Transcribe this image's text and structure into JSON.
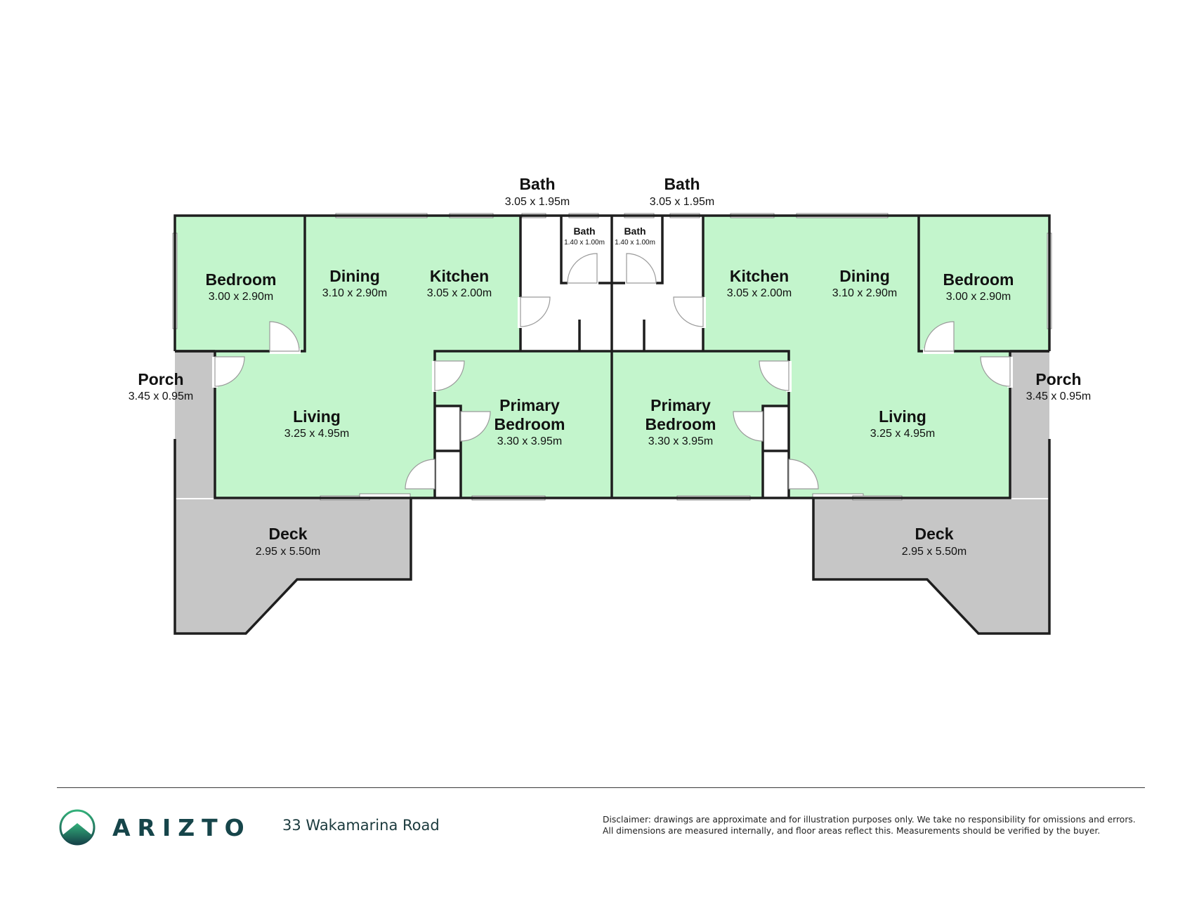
{
  "rooms": {
    "bath_top_left": {
      "name": "Bath",
      "dims": "3.05 x 1.95m"
    },
    "bath_top_right": {
      "name": "Bath",
      "dims": "3.05 x 1.95m"
    },
    "bath_small_left": {
      "name": "Bath",
      "dims": "1.40 x 1.00m"
    },
    "bath_small_right": {
      "name": "Bath",
      "dims": "1.40 x 1.00m"
    },
    "bedroom_left": {
      "name": "Bedroom",
      "dims": "3.00 x 2.90m"
    },
    "bedroom_right": {
      "name": "Bedroom",
      "dims": "3.00 x 2.90m"
    },
    "dining_left": {
      "name": "Dining",
      "dims": "3.10 x 2.90m"
    },
    "dining_right": {
      "name": "Dining",
      "dims": "3.10 x 2.90m"
    },
    "kitchen_left": {
      "name": "Kitchen",
      "dims": "3.05 x 2.00m"
    },
    "kitchen_right": {
      "name": "Kitchen",
      "dims": "3.05 x 2.00m"
    },
    "porch_left": {
      "name": "Porch",
      "dims": "3.45 x 0.95m"
    },
    "porch_right": {
      "name": "Porch",
      "dims": "3.45 x 0.95m"
    },
    "living_left": {
      "name": "Living",
      "dims": "3.25 x 4.95m"
    },
    "living_right": {
      "name": "Living",
      "dims": "3.25 x 4.95m"
    },
    "primary_left": {
      "name_line1": "Primary",
      "name_line2": "Bedroom",
      "dims": "3.30 x 3.95m"
    },
    "primary_right": {
      "name_line1": "Primary",
      "name_line2": "Bedroom",
      "dims": "3.30 x 3.95m"
    },
    "deck_left": {
      "name": "Deck",
      "dims": "2.95 x 5.50m"
    },
    "deck_right": {
      "name": "Deck",
      "dims": "2.95 x 5.50m"
    }
  },
  "colors": {
    "room_fill": "#c3f5cc",
    "outdoor_fill": "#c6c6c6",
    "wall": "#1e1e1e",
    "brand": "#16454a"
  },
  "footer": {
    "brand_name": "ARIZTO",
    "logo_icon": "mountain-circle-icon",
    "address": "33 Wakamarina Road",
    "disclaimer_line1": "Disclaimer: drawings are approximate and for illustration purposes only. We take no responsibility for omissions and errors.",
    "disclaimer_line2": "All dimensions are measured internally, and floor areas reflect this. Measurements should be verified by the buyer."
  }
}
